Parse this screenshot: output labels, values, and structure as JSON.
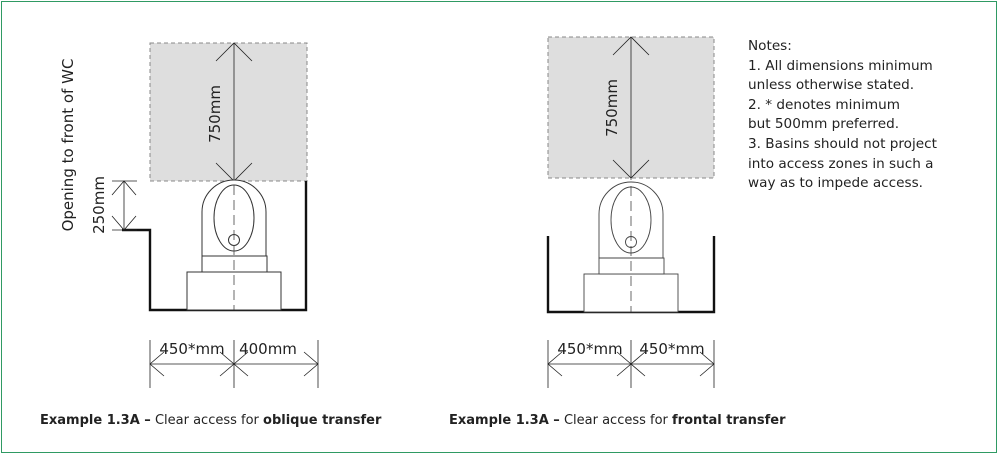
{
  "colors": {
    "border": "#2f9a63",
    "access_zone_fill": "#dedede",
    "access_zone_stroke": "#888888",
    "line": "#222222"
  },
  "left_diagram": {
    "opening_label": "Opening to front of WC",
    "depth_label": "750mm",
    "opening_height_label": "250mm",
    "left_width_label": "450*mm",
    "right_width_label": "400mm"
  },
  "right_diagram": {
    "depth_label": "750mm",
    "left_width_label": "450*mm",
    "right_width_label": "450*mm"
  },
  "notes": {
    "heading": "Notes:",
    "lines": [
      "1. All dimensions minimum",
      "unless otherwise stated.",
      "2. * denotes minimum",
      "but 500mm preferred.",
      "3. Basins should not project",
      "into access zones in such a",
      "way as to impede access."
    ]
  },
  "captions": {
    "left": {
      "prefix": "Example 1.3A –",
      "middle": " Clear access for ",
      "emphasis": "oblique transfer"
    },
    "right": {
      "prefix": "Example 1.3A –",
      "middle": " Clear access for ",
      "emphasis": "frontal transfer"
    }
  }
}
